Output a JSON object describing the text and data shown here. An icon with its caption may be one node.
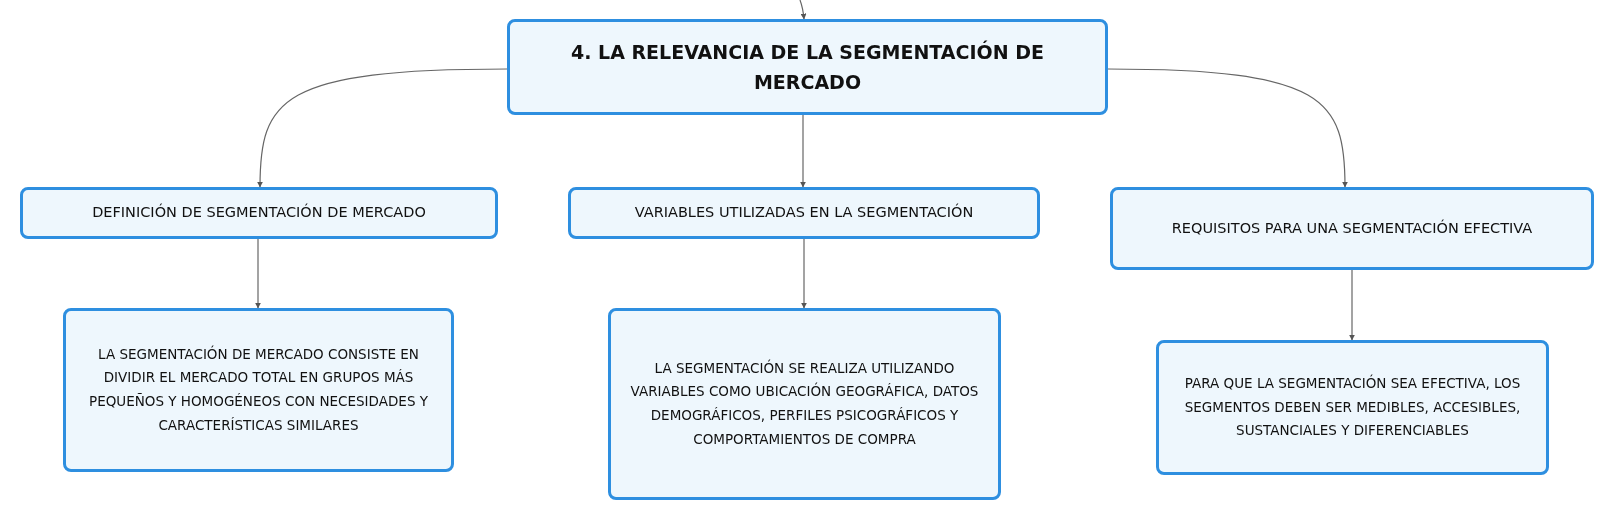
{
  "diagram": {
    "nodes": [
      {
        "text": [
          "4. LA RELEVANCIA DE LA SEGMENTACIÓN DE MERCADO"
        ]
      },
      {
        "text": [
          "DEFINICIÓN DE SEGMENTACIÓN DE MERCADO"
        ]
      },
      {
        "text": [
          "VARIABLES UTILIZADAS EN LA SEGMENTACIÓN"
        ]
      },
      {
        "text": [
          "REQUISITOS PARA UNA SEGMENTACIÓN EFECTIVA"
        ]
      },
      {
        "text": [
          "LA SEGMENTACIÓN DE MERCADO CONSISTE EN DIVIDIR EL MERCADO TOTAL EN GRUPOS MÁS PEQUEÑOS Y HOMOGÉNEOS CON NECESIDADES Y CARACTERÍSTICAS SIMILARES"
        ]
      },
      {
        "text": [
          "LA SEGMENTACIÓN SE REALIZA UTILIZANDO VARIABLES COMO UBICACIÓN GEOGRÁFICA, DATOS DEMOGRÁFICOS, PERFILES PSICOGRÁFICOS Y COMPORTAMIENTOS DE COMPRA"
        ]
      },
      {
        "text": [
          "PARA QUE LA SEGMENTACIÓN SEA EFECTIVA, LOS SEGMENTOS DEBEN SER MEDIBLES, ACCESIBLES, SUSTANCIALES Y DIFERENCIABLES"
        ]
      }
    ],
    "edges": [
      {
        "from": null,
        "to": 0,
        "arrow": "to"
      },
      {
        "from": 0,
        "to": 1,
        "arrow": "to"
      },
      {
        "from": 0,
        "to": 2,
        "arrow": "to"
      },
      {
        "from": 0,
        "to": 3,
        "arrow": "to"
      },
      {
        "from": 1,
        "to": 4,
        "arrow": "to"
      },
      {
        "from": 2,
        "to": 5,
        "arrow": "to"
      },
      {
        "from": 3,
        "to": 6,
        "arrow": "to"
      }
    ]
  }
}
